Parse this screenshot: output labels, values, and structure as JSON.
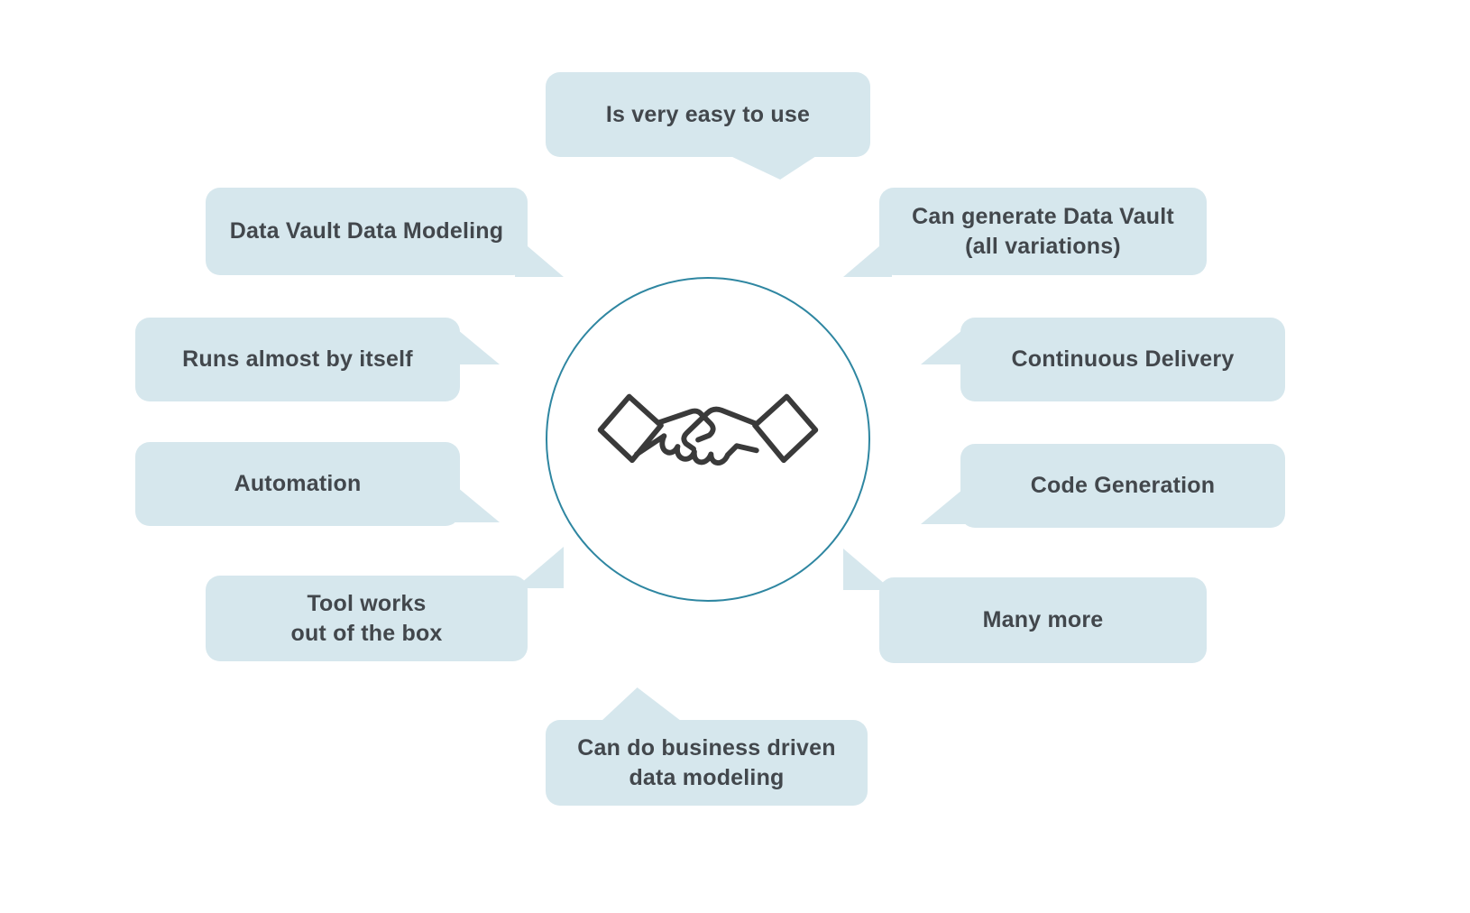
{
  "colors": {
    "bubble": "#d6e7ed",
    "text": "#42474c",
    "circle_border": "#2e86a1",
    "icon_stroke": "#3a3a3a",
    "background": "#ffffff"
  },
  "center": {
    "icon": "handshake-icon"
  },
  "bubbles": [
    {
      "id": "easy-to-use",
      "label": "Is very easy to use"
    },
    {
      "id": "data-vault-modeling",
      "label": "Data Vault Data Modeling"
    },
    {
      "id": "generate-data-vault",
      "label": "Can generate Data Vault\n(all variations)"
    },
    {
      "id": "runs-by-itself",
      "label": "Runs almost by itself"
    },
    {
      "id": "continuous-delivery",
      "label": "Continuous Delivery"
    },
    {
      "id": "automation",
      "label": "Automation"
    },
    {
      "id": "code-generation",
      "label": "Code Generation"
    },
    {
      "id": "out-of-the-box",
      "label": "Tool works\nout of the box"
    },
    {
      "id": "many-more",
      "label": "Many more"
    },
    {
      "id": "business-driven-modeling",
      "label": "Can do business driven\ndata modeling"
    }
  ]
}
